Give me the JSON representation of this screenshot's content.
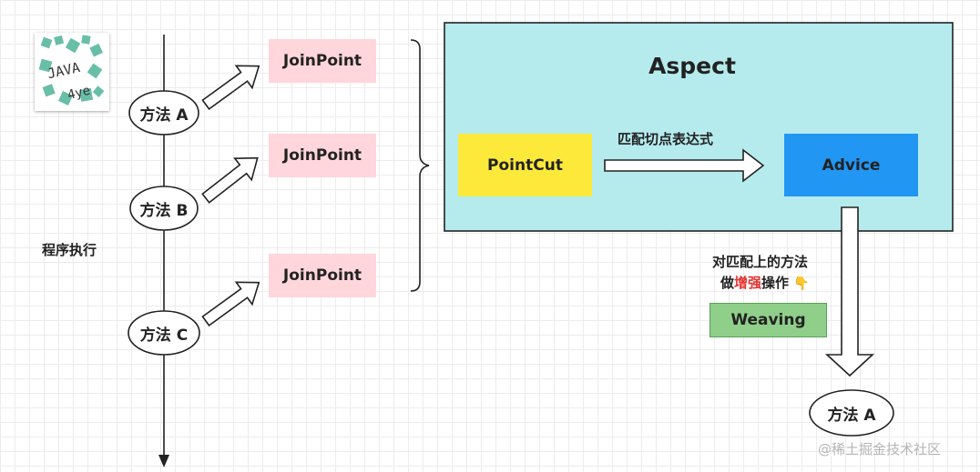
{
  "logo": {
    "line1": "JAVA",
    "line2": "4ye"
  },
  "timeline": {
    "label": "程序执行"
  },
  "methods": [
    {
      "label": "方法 A"
    },
    {
      "label": "方法 B"
    },
    {
      "label": "方法 C"
    }
  ],
  "join_points": [
    {
      "label": "JoinPoint"
    },
    {
      "label": "JoinPoint"
    },
    {
      "label": "JoinPoint"
    }
  ],
  "aspect": {
    "title": "Aspect",
    "pointcut": "PointCut",
    "advice": "Advice",
    "match_label": "匹配切点表达式"
  },
  "weaving": {
    "note_line1": "对匹配上的方法",
    "note_prefix": "做",
    "note_highlight": "增强",
    "note_suffix": "操作",
    "hand_icon": "👇",
    "button": "Weaving",
    "result_method": "方法 A"
  },
  "watermark": "@稀土掘金技术社区",
  "colors": {
    "aspect_bg": "#b6ebee",
    "pointcut_bg": "#fde93a",
    "advice_bg": "#2196f3",
    "joinpoint_bg": "#ffd6db",
    "weaving_bg": "#8fcf8a",
    "highlight": "#e6322f"
  }
}
